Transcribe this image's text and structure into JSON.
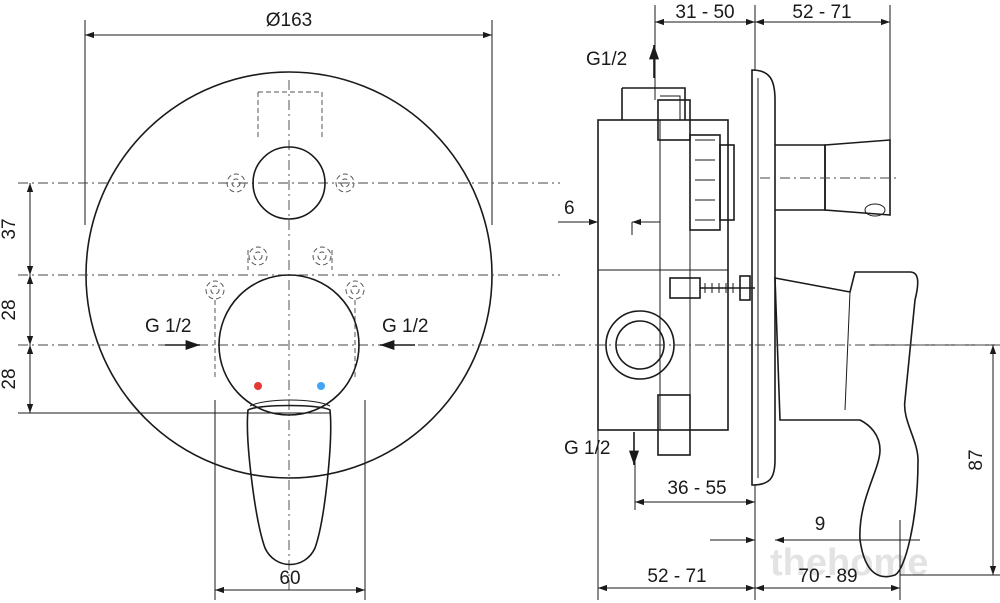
{
  "watermark": "thehome",
  "dimensions": {
    "diameter": "Ø163",
    "d_31_50": "31 - 50",
    "d_52_71_top": "52 - 71",
    "d_37": "37",
    "d_28_upper": "28",
    "d_28_lower": "28",
    "d_60": "60",
    "d_6": "6",
    "d_36_55": "36 - 55",
    "d_9": "9",
    "d_87": "87",
    "d_52_71_bottom": "52 - 71",
    "d_70_89": "70 - 89"
  },
  "connections": {
    "g_left": "G 1/2",
    "g_right": "G 1/2",
    "g_top": "G1/2",
    "g_bottom": "G 1/2"
  },
  "colors": {
    "hot_indicator": "#e53935",
    "cold_indicator": "#42a5f5",
    "line": "#1a1a1a"
  }
}
